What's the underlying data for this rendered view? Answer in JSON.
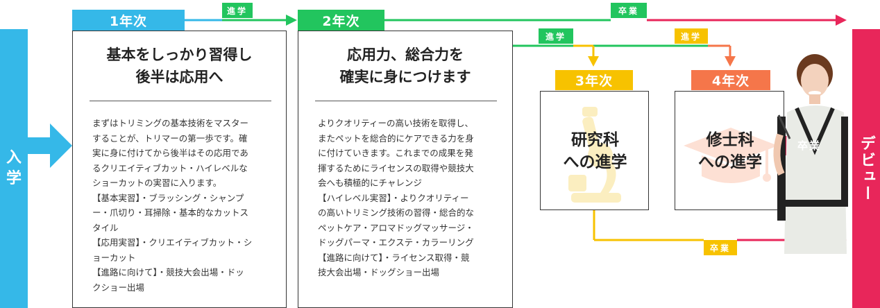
{
  "entry_label": [
    "入",
    "学"
  ],
  "debut_label": "デビュー",
  "colors": {
    "blue": "#35b8e8",
    "green": "#22c55e",
    "yellow": "#f7c200",
    "orange": "#f5764a",
    "red": "#e8265a"
  },
  "year1": {
    "tab": "1年次",
    "title": [
      "基本をしっかり習得し",
      "後半は応用へ"
    ],
    "body": [
      "まずはトリミングの基本技術をマスター",
      "することが、トリマーの第一歩です。確",
      "実に身に付けてから後半はその応用であ",
      "るクリエイティブカット・ハイレベルな",
      "ショーカットの実習に入ります。",
      "【基本実習】・ブラッシング・シャンプ",
      "ー・爪切り・耳掃除・基本的なカットス",
      "タイル",
      "【応用実習】・クリエイティブカット・シ",
      "ョーカット",
      "【進路に向けて】・競技大会出場・ドッ",
      "クショー出場"
    ]
  },
  "year2": {
    "tab": "2年次",
    "title": [
      "応用力、総合力を",
      "確実に身につけます"
    ],
    "body": [
      "よりクオリティーの高い技術を取得し、",
      "またペットを総合的にケアできる力を身",
      "に付けていきます。これまでの成果を発",
      "揮するためにライセンスの取得や競技大",
      "会へも積極的にチャレンジ",
      "【ハイレベル実習】・よりクオリティー",
      "の高いトリミング技術の習得・総合的な",
      "ペットケア・アロマドッグマッサージ・",
      "ドッグパーマ・エクステ・カラーリング",
      "【進路に向けて】・ライセンス取得・競",
      "技大会出場・ドッグショー出場"
    ]
  },
  "year3": {
    "tab": "3年次",
    "title": [
      "研究科",
      "への進学"
    ],
    "icon": "microscope-icon"
  },
  "year4": {
    "tab": "4年次",
    "title": [
      "修士科",
      "への進学"
    ],
    "icon": "graduation-cap-icon"
  },
  "tags": {
    "advance_1_to_2": "進学",
    "graduate_top": "卒業",
    "advance_to_3": "進学",
    "advance_to_4": "進学",
    "graduate_arrow": "卒業",
    "graduate_bottom": "卒業"
  }
}
